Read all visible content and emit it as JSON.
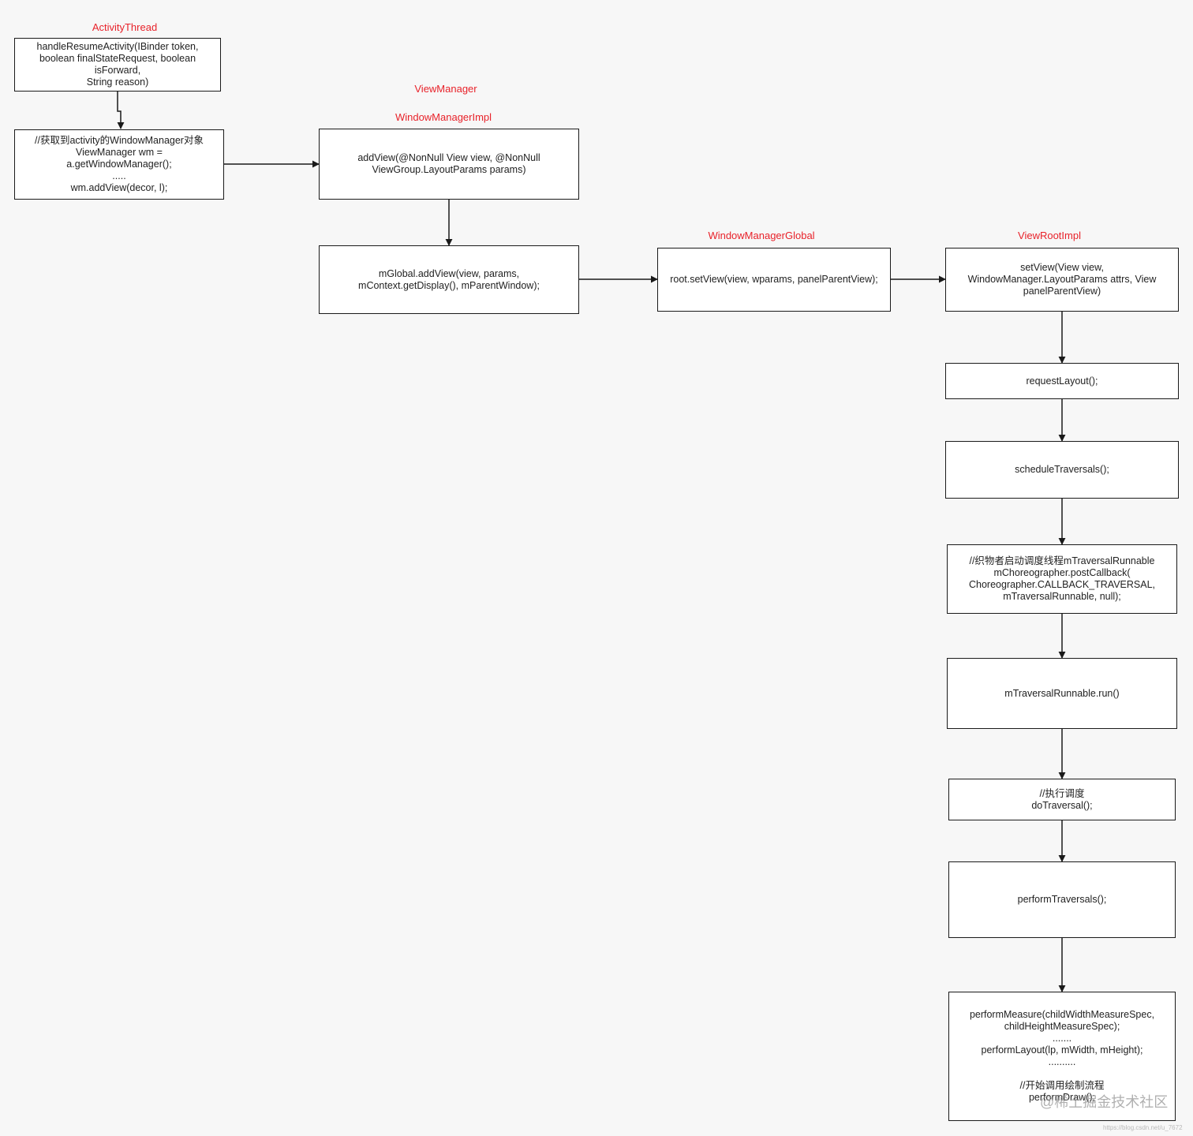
{
  "colors": {
    "label": "#e8222a",
    "border": "#1a1a1a",
    "box_bg": "#ffffff",
    "canvas_bg": "#f7f7f7"
  },
  "labels": {
    "activity_thread": "ActivityThread",
    "view_manager": "ViewManager",
    "window_manager_impl": "WindowManagerImpl",
    "window_manager_global": "WindowManagerGlobal",
    "view_root_impl": "ViewRootImpl"
  },
  "nodes": {
    "handle_resume": "handleResumeActivity(IBinder token,\nboolean finalStateRequest, boolean\nisForward,\nString reason)",
    "get_wm": "//获取到activity的WindowManager对象\nViewManager wm =\na.getWindowManager();\n.....\nwm.addView(decor, l);",
    "add_view": "addView(@NonNull View view, @NonNull\nViewGroup.LayoutParams params)",
    "global_add_view": "mGlobal.addView(view, params,\nmContext.getDisplay(), mParentWindow);",
    "root_set_view": "root.setView(view, wparams, panelParentView);",
    "set_view": "setView(View view,\nWindowManager.LayoutParams attrs, View\npanelParentView)",
    "request_layout": "requestLayout();",
    "schedule_traversals": "scheduleTraversals();",
    "post_callback": "//织物者启动调度线程mTraversalRunnable\nmChoreographer.postCallback(\nChoreographer.CALLBACK_TRAVERSAL,\nmTraversalRunnable, null);",
    "traversal_run": "mTraversalRunnable.run()",
    "do_traversal": "//执行调度\ndoTraversal();",
    "perform_traversals": "performTraversals();",
    "perform_measure": "performMeasure(childWidthMeasureSpec,\nchildHeightMeasureSpec);\n.......\nperformLayout(lp, mWidth, mHeight);\n..........\n\n//开始调用绘制流程\nperformDraw();"
  },
  "watermark": {
    "text": "@稀土掘金技术社区",
    "url": "https://blog.csdn.net/u_7672"
  }
}
